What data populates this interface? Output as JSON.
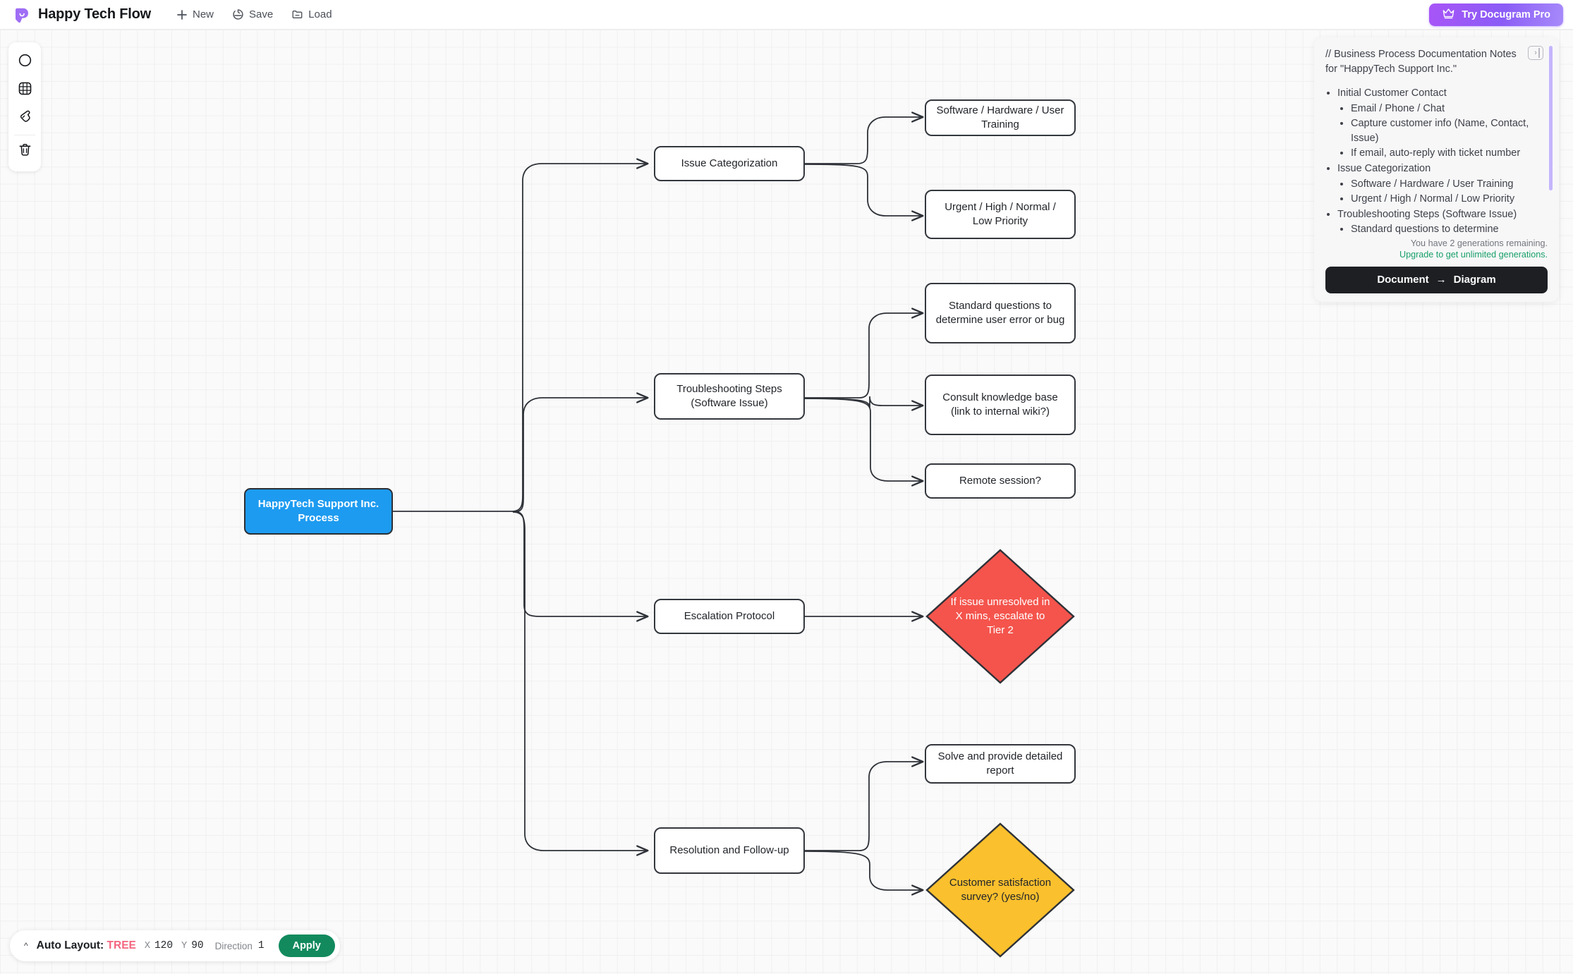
{
  "header": {
    "logo_icon": "docugram-logo-icon",
    "title": "Happy Tech Flow",
    "actions": [
      {
        "label": "New",
        "icon": "plus-icon"
      },
      {
        "label": "Save",
        "icon": "save-clock-icon"
      },
      {
        "label": "Load",
        "icon": "folder-icon"
      }
    ],
    "pro_button": {
      "label": "Try Docugram Pro",
      "icon": "crown-icon",
      "color": "#a855f7"
    }
  },
  "toolbar": {
    "items": [
      {
        "name": "shape-circle-tool",
        "icon": "circle-icon"
      },
      {
        "name": "grid-tool",
        "icon": "grid-icon"
      },
      {
        "name": "pointer-tool",
        "icon": "pointer-hand-icon"
      },
      {
        "name": "delete-tool",
        "icon": "trash-icon"
      }
    ]
  },
  "doc_panel": {
    "heading": "// Business Process Documentation Notes for \"HappyTech Support Inc.\"",
    "outline": [
      {
        "text": "Initial Customer Contact",
        "children": [
          "Email / Phone / Chat",
          "Capture customer info (Name, Contact, Issue)",
          "If email, auto-reply with ticket number"
        ]
      },
      {
        "text": "Issue Categorization",
        "children": [
          "Software / Hardware / User Training",
          "Urgent / High / Normal / Low Priority"
        ]
      },
      {
        "text": "Troubleshooting Steps (Software Issue)",
        "children": [
          "Standard questions to determine"
        ]
      }
    ],
    "generations_note": "You have 2 generations remaining.",
    "upgrade_link": "Upgrade to get unlimited generations.",
    "cta_left": "Document",
    "cta_arrow": "→",
    "cta_right": "Diagram",
    "toggle_icon": "panel-collapse-icon"
  },
  "layout_bar": {
    "caret": "^",
    "label": "Auto Layout:",
    "mode": "TREE",
    "x_key": "X",
    "x_value": "120",
    "y_key": "Y",
    "y_value": "90",
    "direction_key": "Direction",
    "direction_value": "1",
    "apply_label": "Apply"
  },
  "diagram": {
    "nodes": {
      "root": {
        "label": "HappyTech Support Inc. Process",
        "shape": "rounded-rect",
        "fill": "#1d9bf0",
        "text_color": "#ffffff"
      },
      "cat": {
        "label": "Issue Categorization",
        "shape": "rounded-rect",
        "fill": "#ffffff"
      },
      "cat_a": {
        "label": "Software / Hardware / User Training",
        "shape": "rounded-rect",
        "fill": "#ffffff"
      },
      "cat_b": {
        "label": "Urgent / High / Normal / Low Priority",
        "shape": "rounded-rect",
        "fill": "#ffffff"
      },
      "trb": {
        "label": "Troubleshooting Steps (Software Issue)",
        "shape": "rounded-rect",
        "fill": "#ffffff"
      },
      "trb_a": {
        "label": "Standard questions to determine user error or bug",
        "shape": "rounded-rect",
        "fill": "#ffffff"
      },
      "trb_b": {
        "label": "Consult knowledge base (link to internal wiki?)",
        "shape": "rounded-rect",
        "fill": "#ffffff"
      },
      "trb_c": {
        "label": "Remote session?",
        "shape": "rounded-rect",
        "fill": "#ffffff"
      },
      "esc": {
        "label": "Escalation Protocol",
        "shape": "rounded-rect",
        "fill": "#ffffff"
      },
      "esc_a": {
        "label": "If issue unresolved in X mins, escalate to Tier 2",
        "shape": "diamond",
        "fill": "#f4544c",
        "text_color": "#ffffff"
      },
      "res": {
        "label": "Resolution and Follow-up",
        "shape": "rounded-rect",
        "fill": "#ffffff"
      },
      "res_a": {
        "label": "Solve and provide detailed report",
        "shape": "rounded-rect",
        "fill": "#ffffff"
      },
      "res_b": {
        "label": "Customer satisfaction survey? (yes/no)",
        "shape": "diamond",
        "fill": "#fbc02d",
        "text_color": "#22252a"
      }
    }
  }
}
